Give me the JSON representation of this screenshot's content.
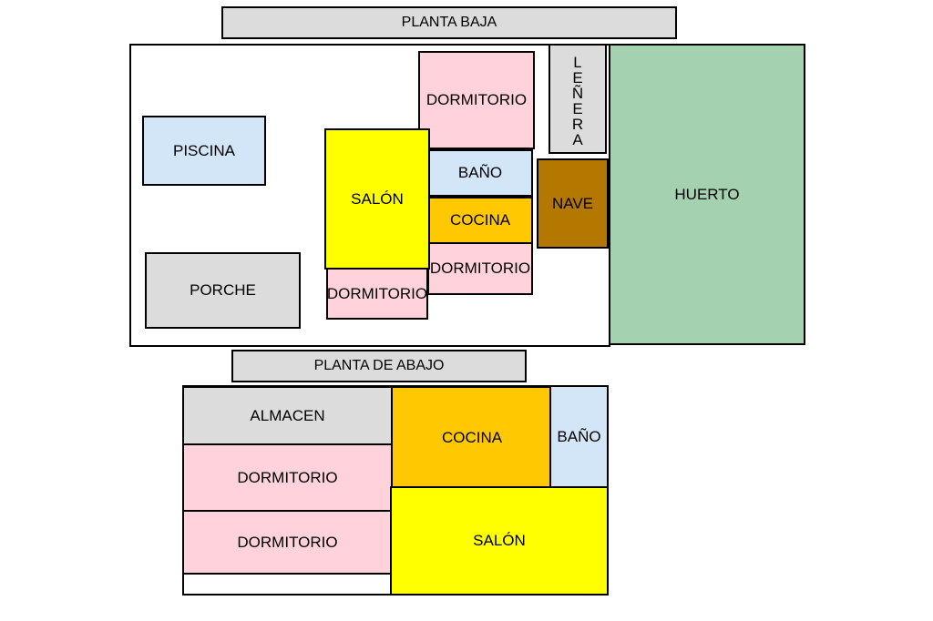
{
  "colors": {
    "grey": "#dcdcdc",
    "pink": "#ffd2dc",
    "light_blue": "#d2e6f8",
    "yellow": "#ffff00",
    "orange": "#ffc800",
    "brown": "#b47800",
    "green": "#a4d2b0"
  },
  "planta_baja": {
    "title": "PLANTA BAJA",
    "dormitorio_top": "DORMITORIO",
    "lenera": "LEÑERA",
    "piscina": "PISCINA",
    "salon": "SALÓN",
    "bano": "BAÑO",
    "cocina": "COCINA",
    "nave": "NAVE",
    "huerto": "HUERTO",
    "dormitorio_right": "DORMITORIO",
    "porche": "PORCHE",
    "dormitorio_bottom": "DORMITORIO"
  },
  "planta_abajo": {
    "title": "PLANTA DE ABAJO",
    "almacen": "ALMACEN",
    "cocina": "COCINA",
    "bano": "BAÑO",
    "dormitorio_1": "DORMITORIO",
    "dormitorio_2": "DORMITORIO",
    "salon": "SALÓN"
  }
}
